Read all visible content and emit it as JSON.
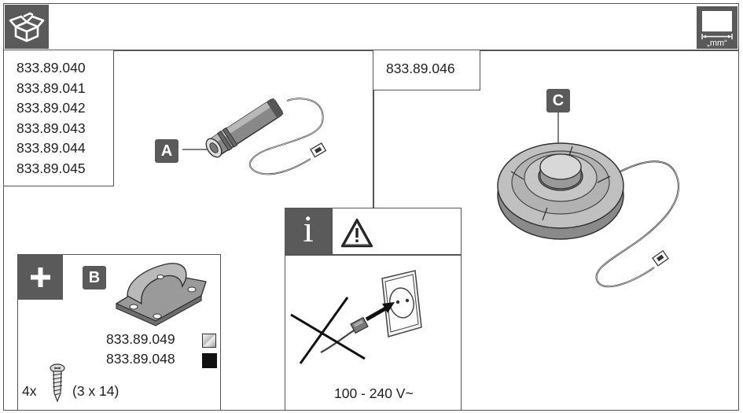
{
  "header": {
    "package_icon": "package-box-icon",
    "dimension_label": "„mm“"
  },
  "left_parts": [
    "833.89.040",
    "833.89.041",
    "833.89.042",
    "833.89.043",
    "833.89.044",
    "833.89.045"
  ],
  "right_part": "833.89.046",
  "labels": {
    "a": "A",
    "b": "B",
    "c": "C"
  },
  "accessory": {
    "plus_icon": "plus-icon",
    "variants": [
      {
        "code": "833.89.049",
        "swatch": "#d0d0d0"
      },
      {
        "code": "833.89.048",
        "swatch": "#111111"
      }
    ],
    "screw_count": "4x",
    "screw_size": "(3 x 14)"
  },
  "info_panel": {
    "info_letter": "i",
    "warning_icon": "warning-triangle-icon",
    "voltage": "100 - 240 V~"
  }
}
